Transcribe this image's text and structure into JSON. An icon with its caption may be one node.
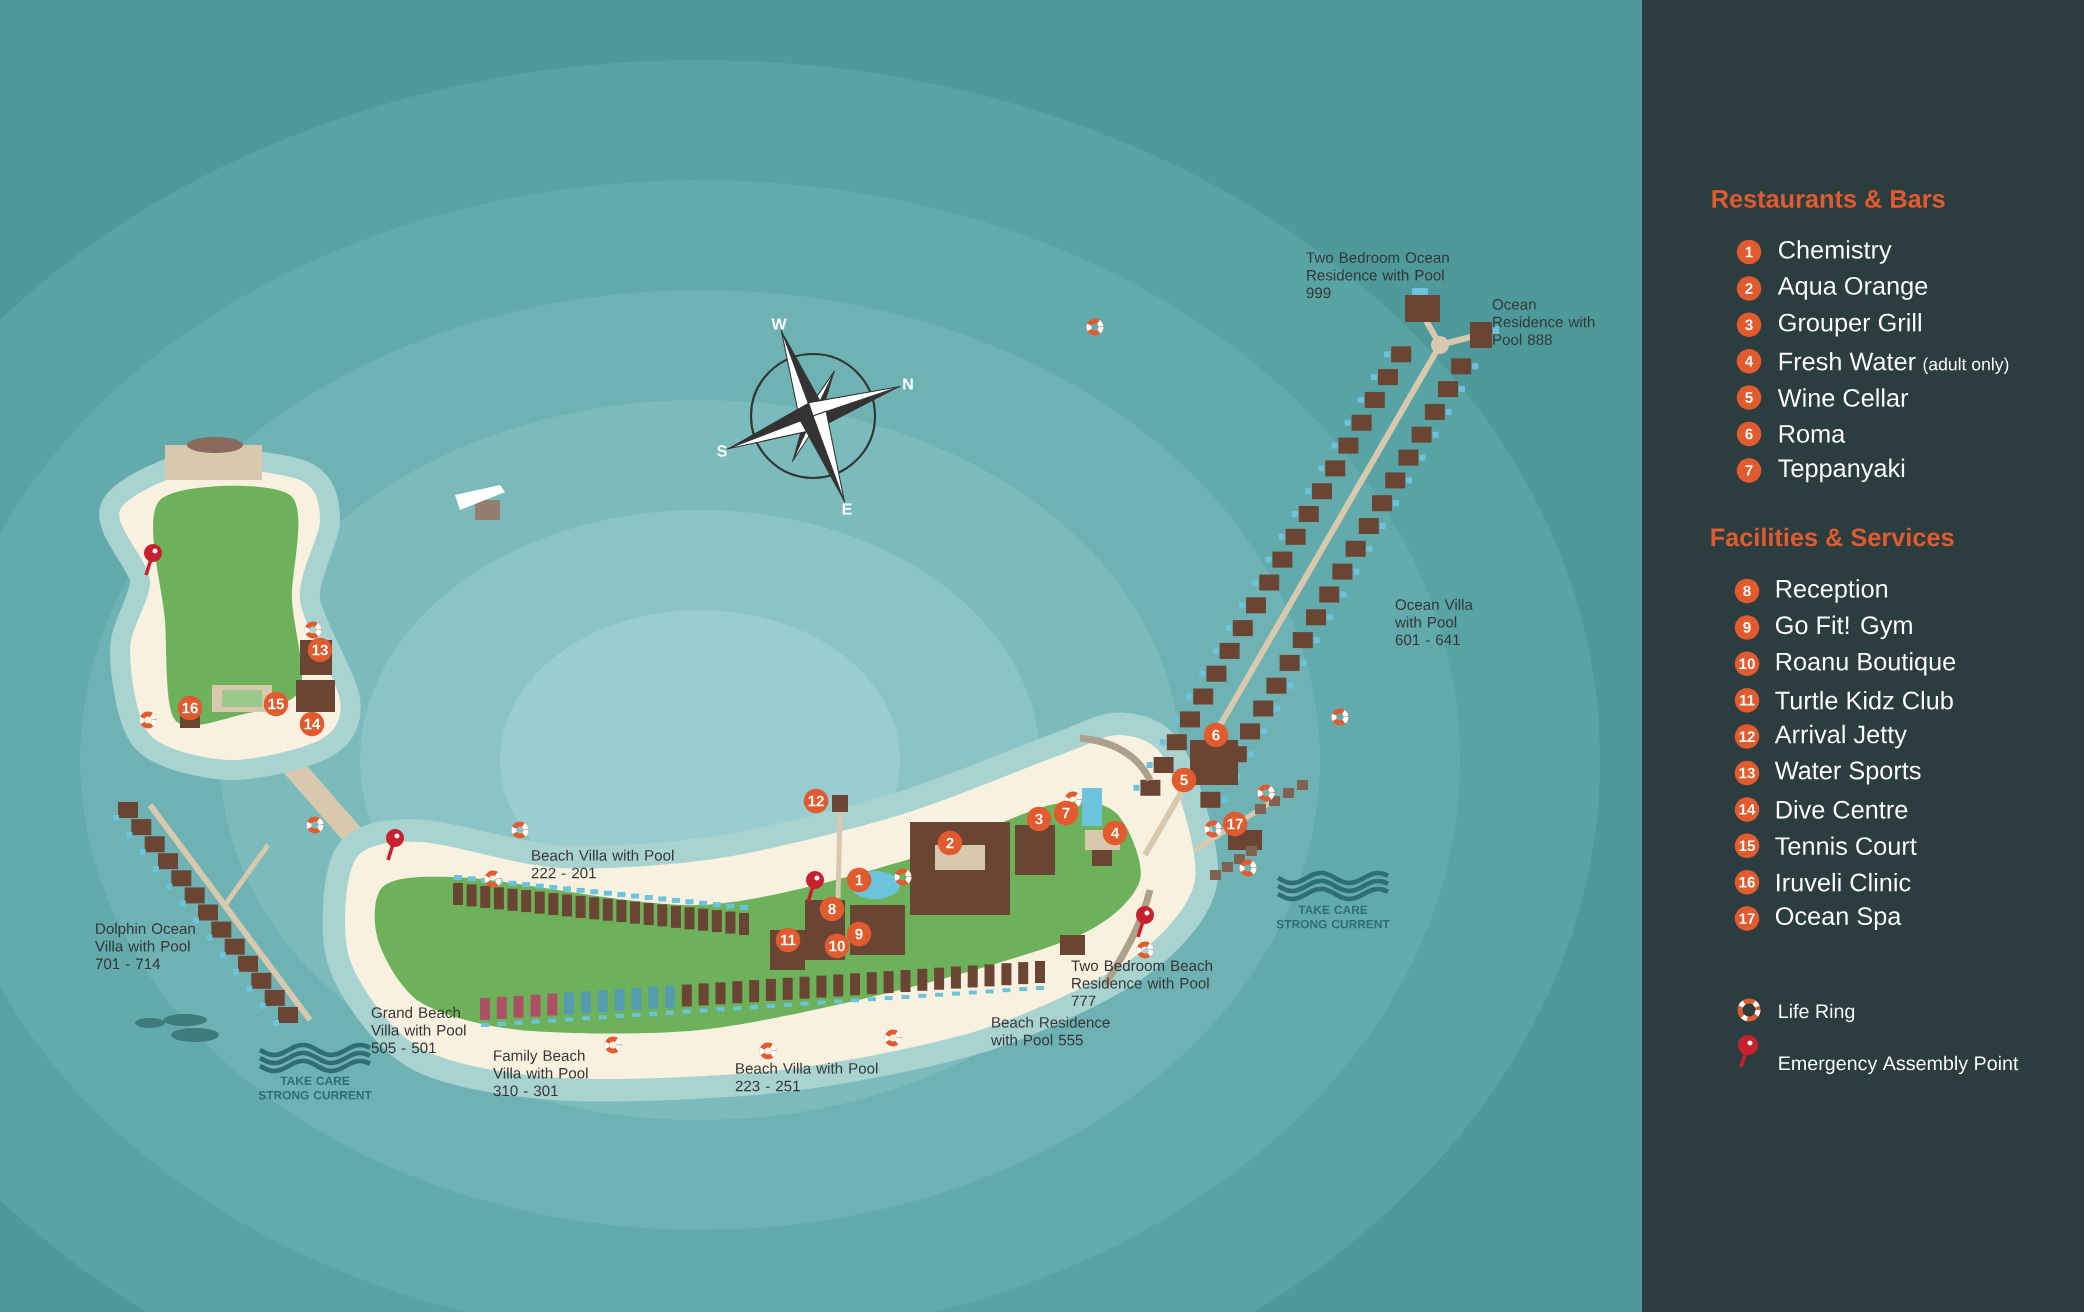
{
  "diagram": {
    "labels": [
      "Two Bedroom Ocean Residence with Pool 999",
      "Ocean Residence with Pool 888",
      "W",
      "N",
      "S",
      "E",
      "Ocean Villa with Pool 601 - 641",
      "13",
      "16",
      "15",
      "14",
      "6",
      "5",
      "12",
      "7",
      "3",
      "4",
      "17",
      "2",
      "Beach Villa with Pool 222 - 201",
      "1",
      "8",
      "9",
      "11",
      "10",
      "TAKE CARE STRONG CURRENT",
      "Dolphin Ocean Villa with Pool 701 - 714",
      "Two Bedroom Beach Residence with Pool 777",
      "Grand Beach Villa with Pool 505 - 501",
      "Beach Residence with Pool 555",
      "Family Beach Villa with Pool 310 - 301",
      "Beach Villa with Pool 223 - 251",
      "TAKE CARE STRONG CURRENT",
      "Restaurants & Bars",
      "1",
      "Chemistry",
      "2",
      "Aqua Orange",
      "3",
      "Grouper Grill",
      "4",
      "Fresh Water",
      "(adult only)",
      "5",
      "Wine Cellar",
      "6",
      "Roma",
      "7",
      "Teppanyaki",
      "Facilities & Services",
      "8",
      "Reception",
      "9",
      "Go Fit! Gym",
      "10",
      "Roanu Boutique",
      "11",
      "Turtle Kidz Club",
      "12",
      "Arrival Jetty",
      "13",
      "Water Sports",
      "14",
      "Dive Centre",
      "15",
      "Tennis Court",
      "16",
      "Iruveli Clinic",
      "17",
      "Ocean Spa"
    ],
    "legend": [
      {
        "text": "Life Ring"
      },
      {
        "text": "Emergency Assembly Point"
      }
    ]
  }
}
